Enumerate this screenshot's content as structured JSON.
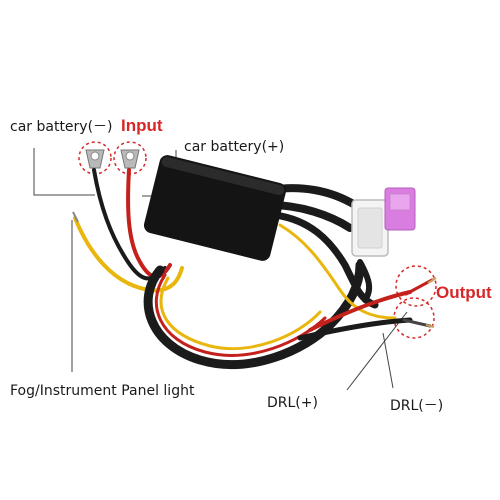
{
  "labels": {
    "car_battery_neg": "car battery(－)",
    "input": "Input",
    "car_battery_pos": "car battery(+)",
    "output": "Output",
    "fog_light": "Fog/Instrument Panel light",
    "drl_pos": "DRL(+)",
    "drl_neg": "DRL(－)"
  },
  "colors": {
    "accent_red": "#d62828",
    "wire_black": "#1b1b1b",
    "wire_red": "#c4201c",
    "wire_yellow": "#e8b60c",
    "fuse_pink": "#d97ee0",
    "module_body": "#141414"
  }
}
